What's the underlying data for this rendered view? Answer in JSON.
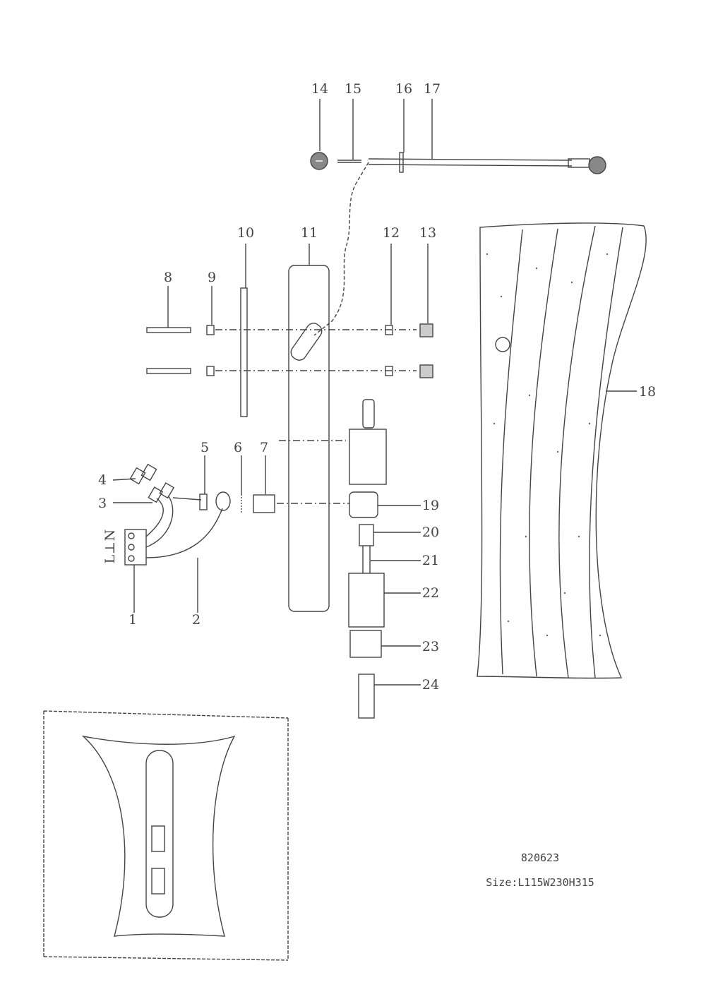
{
  "part_numbers": [
    "1",
    "2",
    "3",
    "4",
    "5",
    "6",
    "7",
    "8",
    "9",
    "10",
    "11",
    "12",
    "13",
    "14",
    "15",
    "16",
    "17",
    "18",
    "19",
    "20",
    "21",
    "22",
    "23",
    "24"
  ],
  "terminal_labels": [
    "L",
    "⊥",
    "N"
  ],
  "model_number": "820623",
  "size_text": "Size:L115W230H315",
  "colors": {
    "ink": "#444444",
    "paper": "#ffffff"
  }
}
